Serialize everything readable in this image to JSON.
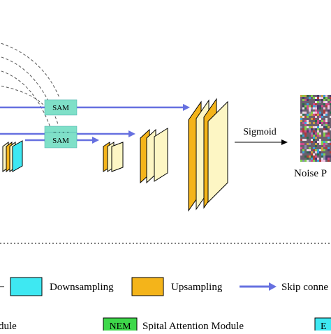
{
  "diagram": {
    "sam_labels": [
      "SAM",
      "SAM",
      "SAM"
    ],
    "sigmoid_label": "Sigmoid",
    "output_label": "Noise P"
  },
  "legend": {
    "downsampling": "Downsampling",
    "upsampling": "Upsampling",
    "skip": "Skip conne",
    "module_partial": "dule",
    "nem_badge": "NEM",
    "spatial_attention": "Spital Attention Module",
    "partial_box": "E"
  },
  "colors": {
    "cyan": "#3ee8f2",
    "gold": "#f4b41a",
    "cream": "#fdf6c4",
    "sam_box": "#7fe0c8",
    "arrow_blue": "#6670e0",
    "nem_green": "#3ed84a"
  }
}
